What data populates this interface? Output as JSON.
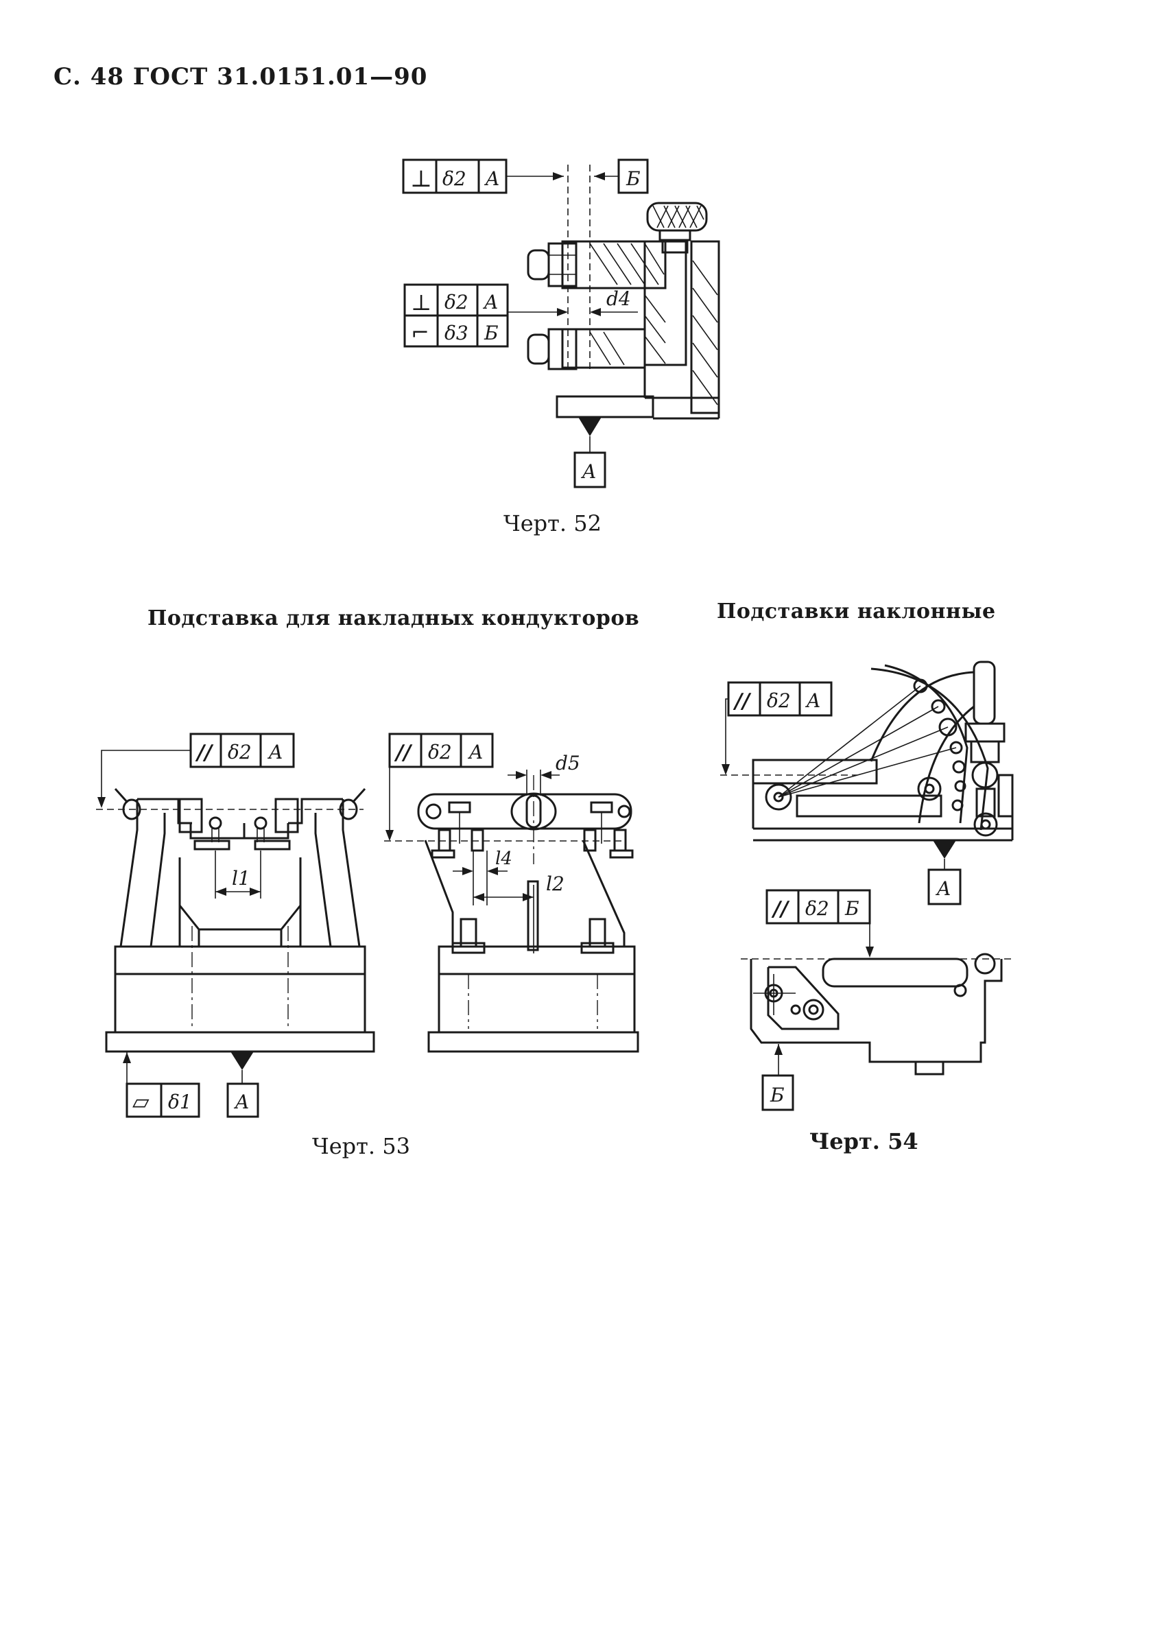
{
  "header": {
    "text": "С. 48 ГОСТ 31.0151.01—90"
  },
  "figure52": {
    "caption": "Черт. 52",
    "frame_top": {
      "symbol": "⊥",
      "tolerance": "δ2",
      "datum": "A"
    },
    "frame_mid": [
      {
        "symbol": "⊥",
        "tolerance": "δ2",
        "datum": "A"
      },
      {
        "symbol": "⌐",
        "tolerance": "δ3",
        "datum": "Б"
      }
    ],
    "datum_b": "Б",
    "datum_a": "A",
    "dim_d4": "d4"
  },
  "figure53": {
    "title": "Подставка для накладных кондукторов",
    "caption": "Черт. 53",
    "frame_left": {
      "symbol": "//",
      "tolerance": "δ2",
      "datum": "A"
    },
    "frame_right": {
      "symbol": "//",
      "tolerance": "δ2",
      "datum": "A"
    },
    "frame_flat": {
      "symbol": "▱",
      "tolerance": "δ1"
    },
    "datum_a": "A",
    "dim_l1": "l1",
    "dim_l2": "l2",
    "dim_l4": "l4",
    "dim_d5": "d5"
  },
  "figure54": {
    "title": "Подставки наклонные",
    "caption": "Черт. 54",
    "frame_top": {
      "symbol": "//",
      "tolerance": "δ2",
      "datum": "A"
    },
    "frame_bottom": {
      "symbol": "//",
      "tolerance": "δ2",
      "datum": "Б"
    },
    "datum_a": "A",
    "datum_b": "Б"
  }
}
